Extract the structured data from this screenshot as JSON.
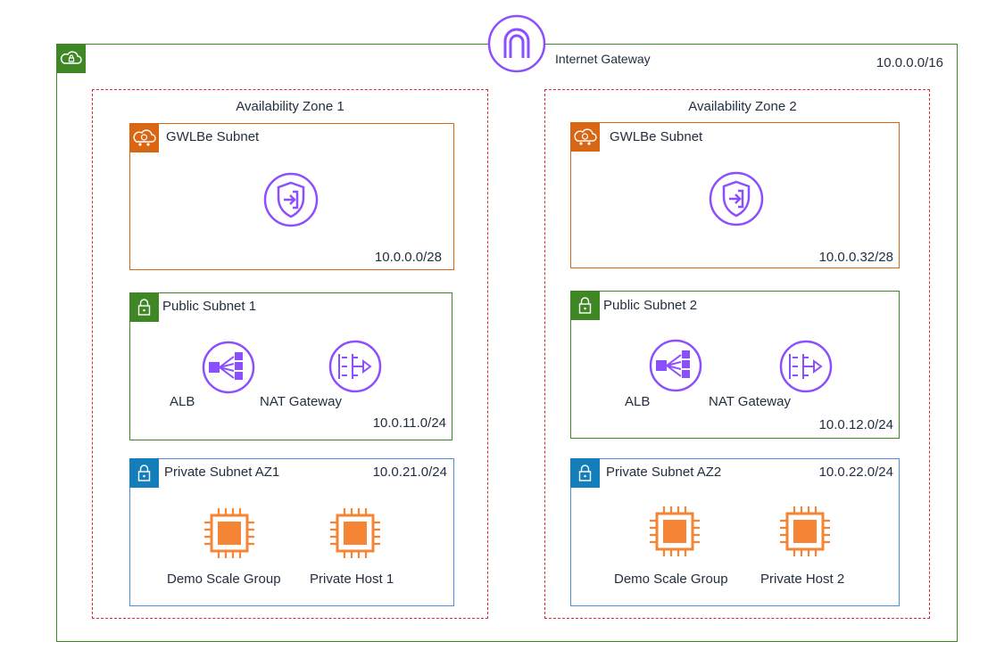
{
  "vpc": {
    "cidr": "10.0.0.0/16"
  },
  "internet_gateway": {
    "label": "Internet Gateway"
  },
  "zones": [
    {
      "title": "Availability Zone 1",
      "gwlbe_subnet": {
        "label": "GWLBe Subnet",
        "cidr": "10.0.0.0/28"
      },
      "public_subnet": {
        "label": "Public Subnet 1",
        "cidr": "10.0.11.0/24",
        "alb_label": "ALB",
        "nat_label": "NAT Gateway"
      },
      "private_subnet": {
        "label": "Private Subnet AZ1",
        "cidr": "10.0.21.0/24",
        "host_a_label": "Demo Scale Group",
        "host_b_label": "Private Host 1"
      }
    },
    {
      "title": "Availability Zone 2",
      "gwlbe_subnet": {
        "label": "GWLBe Subnet",
        "cidr": "10.0.0.32/28"
      },
      "public_subnet": {
        "label": "Public Subnet 2",
        "cidr": "10.0.12.0/24",
        "alb_label": "ALB",
        "nat_label": "NAT Gateway"
      },
      "private_subnet": {
        "label": "Private Subnet AZ2",
        "cidr": "10.0.22.0/24",
        "host_a_label": "Demo Scale Group",
        "host_b_label": "Private Host 2"
      }
    }
  ],
  "colors": {
    "vpc_border": "#3f8624",
    "az_border": "#d62f3a",
    "gwlbe_accent": "#d86613",
    "public_accent": "#3f8624",
    "private_accent": "#147eba",
    "network_icon": "#8c4fff",
    "compute_icon": "#f58534"
  }
}
